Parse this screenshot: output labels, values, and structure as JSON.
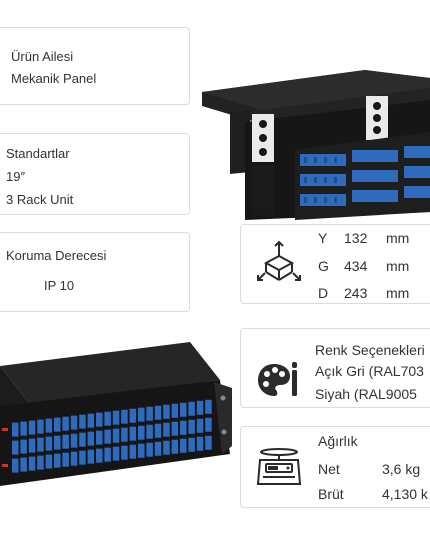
{
  "product_family": {
    "label": "Ürün Ailesi",
    "value": "Mekanik Panel"
  },
  "standards": {
    "label": "Standartlar",
    "size": "19″",
    "rack": "3 Rack Unit"
  },
  "protection": {
    "label": "Koruma Derecesi",
    "value": "IP 10"
  },
  "dimensions": {
    "icon": "3d-box-axes-icon",
    "rows": [
      {
        "axis": "Y",
        "value": "132",
        "unit": "mm"
      },
      {
        "axis": "G",
        "value": "434",
        "unit": "mm"
      },
      {
        "axis": "D",
        "value": "243",
        "unit": "mm"
      }
    ]
  },
  "colors": {
    "icon": "palette-brush-icon",
    "label": "Renk Seçenekleri",
    "options": [
      "Açık Gri (RAL703",
      "Siyah (RAL9005"
    ]
  },
  "weight": {
    "icon": "scale-icon",
    "label": "Ağırlık",
    "net_label": "Net",
    "net_value": "3,6 kg",
    "gross_label": "Brüt",
    "gross_value": "4,130 k"
  },
  "accent_colors": {
    "panel": "#1b1b1b",
    "adapter": "#2f6bbd",
    "red_marker": "#c0392b"
  }
}
